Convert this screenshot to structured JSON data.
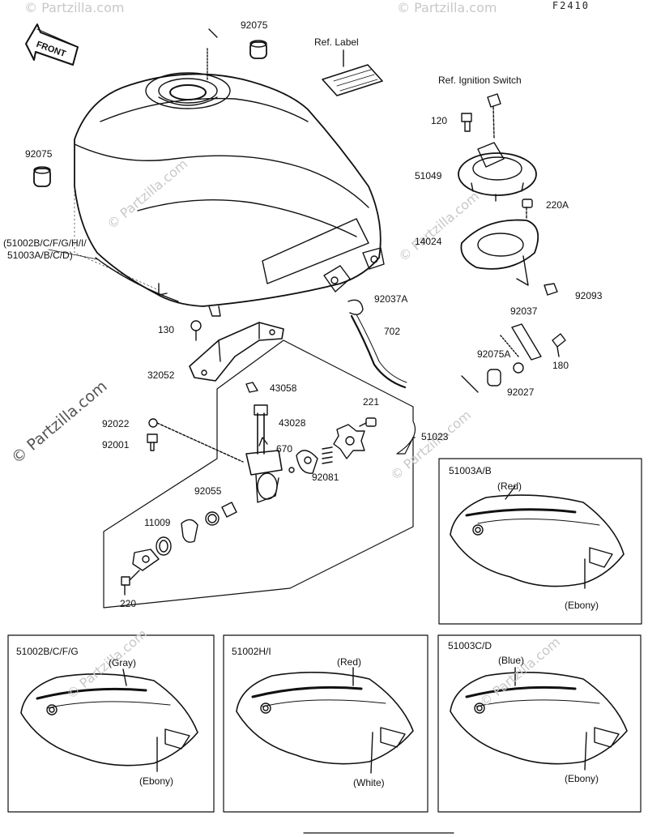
{
  "figure_code": "F2410",
  "front_label": "FRONT",
  "watermark": "© Partzilla.com",
  "parts": {
    "p92075_top": "92075",
    "ref_label": "Ref. Label",
    "ref_ignition": "Ref. Ignition Switch",
    "p120": "120",
    "p51049": "51049",
    "p220A": "220A",
    "p14024": "14024",
    "p92093": "92093",
    "p92075_left": "92075",
    "tank_parts_1": "(51002B/C/F/G/H/I/",
    "tank_parts_2": "51003A/B/C/D)",
    "p92037A": "92037A",
    "p702": "702",
    "p130": "130",
    "p92037": "92037",
    "p32052": "32052",
    "p92075A": "92075A",
    "p180": "180",
    "p92027": "92027",
    "p43058": "43058",
    "p221": "221",
    "p43028": "43028",
    "p51023": "51023",
    "p92022": "92022",
    "p92001": "92001",
    "p670": "670",
    "p92081": "92081",
    "p92055": "92055",
    "p11009": "11009",
    "p220": "220"
  },
  "variants": {
    "v51003AB": {
      "title": "51003A/B",
      "top": "(Red)",
      "bottom": "(Ebony)"
    },
    "v51002BCFG": {
      "title": "51002B/C/F/G",
      "top": "(Gray)",
      "bottom": "(Ebony)"
    },
    "v51002HI": {
      "title": "51002H/I",
      "top": "(Red)",
      "bottom": "(White)"
    },
    "v51003CD": {
      "title": "51003C/D",
      "top": "(Blue)",
      "bottom": "(Ebony)"
    }
  }
}
